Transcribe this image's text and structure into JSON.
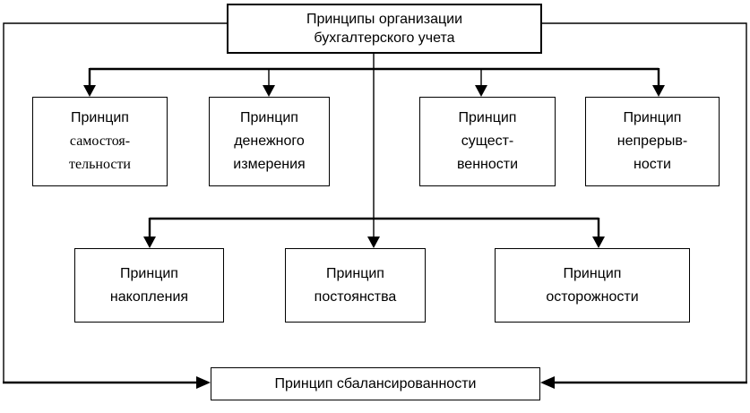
{
  "style": {
    "background": "#ffffff",
    "line_color": "#000000",
    "text_color": "#000000",
    "box_fill": "#ffffff"
  },
  "diagram": {
    "root": {
      "label": "Принципы организации\nбухгалтерского учета"
    },
    "level1": [
      {
        "line1": "Принцип",
        "line2": "самостоя-\nтельности"
      },
      {
        "line1": "Принцип",
        "line2": "денежного\nизмерения"
      },
      {
        "line1": "Принцип",
        "line2": "сущест-\nвенности"
      },
      {
        "line1": "Принцип",
        "line2": "непрерыв-\nности"
      }
    ],
    "level2": [
      {
        "label": "Принцип\nнакопления"
      },
      {
        "label": "Принцип\nпостоянства"
      },
      {
        "label": "Принцип\nосторожности"
      }
    ],
    "bottom": {
      "label": "Принцип сбалансированности"
    }
  }
}
